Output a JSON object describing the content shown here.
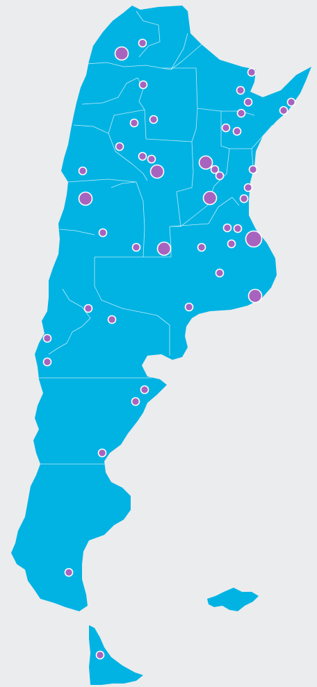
{
  "map": {
    "background_color": "#ebecee",
    "land_color": "#00b3e3",
    "border_color": "#d6f1fa",
    "marker_color": "#a863bf",
    "marker_outline_color": "#ffffff"
  },
  "markers": [
    {
      "id": "m01",
      "size": "large"
    },
    {
      "id": "m02",
      "size": "small"
    },
    {
      "id": "m03",
      "size": "small"
    },
    {
      "id": "m04",
      "size": "small"
    },
    {
      "id": "m05",
      "size": "small"
    },
    {
      "id": "m06",
      "size": "small"
    },
    {
      "id": "m07",
      "size": "small"
    },
    {
      "id": "m08",
      "size": "small"
    },
    {
      "id": "m09",
      "size": "small"
    },
    {
      "id": "m10",
      "size": "small"
    },
    {
      "id": "m11",
      "size": "small"
    },
    {
      "id": "m12",
      "size": "small"
    },
    {
      "id": "m13",
      "size": "small"
    },
    {
      "id": "m14",
      "size": "small"
    },
    {
      "id": "m15",
      "size": "small"
    },
    {
      "id": "m16",
      "size": "large"
    },
    {
      "id": "m17",
      "size": "small"
    },
    {
      "id": "m18",
      "size": "large"
    },
    {
      "id": "m19",
      "size": "small"
    },
    {
      "id": "m20",
      "size": "small"
    },
    {
      "id": "m21",
      "size": "small"
    },
    {
      "id": "m22",
      "size": "small"
    },
    {
      "id": "m23",
      "size": "large"
    },
    {
      "id": "m24",
      "size": "large"
    },
    {
      "id": "m25",
      "size": "small"
    },
    {
      "id": "m26",
      "size": "small"
    },
    {
      "id": "m27",
      "size": "xlarge"
    },
    {
      "id": "m28",
      "size": "small"
    },
    {
      "id": "m29",
      "size": "small"
    },
    {
      "id": "m30",
      "size": "small"
    },
    {
      "id": "m31",
      "size": "small"
    },
    {
      "id": "m32",
      "size": "small"
    },
    {
      "id": "m33",
      "size": "small"
    },
    {
      "id": "m34",
      "size": "large"
    },
    {
      "id": "m35",
      "size": "small"
    },
    {
      "id": "m36",
      "size": "large"
    },
    {
      "id": "m37",
      "size": "small"
    },
    {
      "id": "m38",
      "size": "small"
    },
    {
      "id": "m39",
      "size": "small"
    },
    {
      "id": "m40",
      "size": "small"
    },
    {
      "id": "m41",
      "size": "small"
    },
    {
      "id": "m42",
      "size": "small"
    },
    {
      "id": "m43",
      "size": "small"
    },
    {
      "id": "m44",
      "size": "small"
    },
    {
      "id": "m45",
      "size": "small"
    },
    {
      "id": "m46",
      "size": "small"
    }
  ]
}
